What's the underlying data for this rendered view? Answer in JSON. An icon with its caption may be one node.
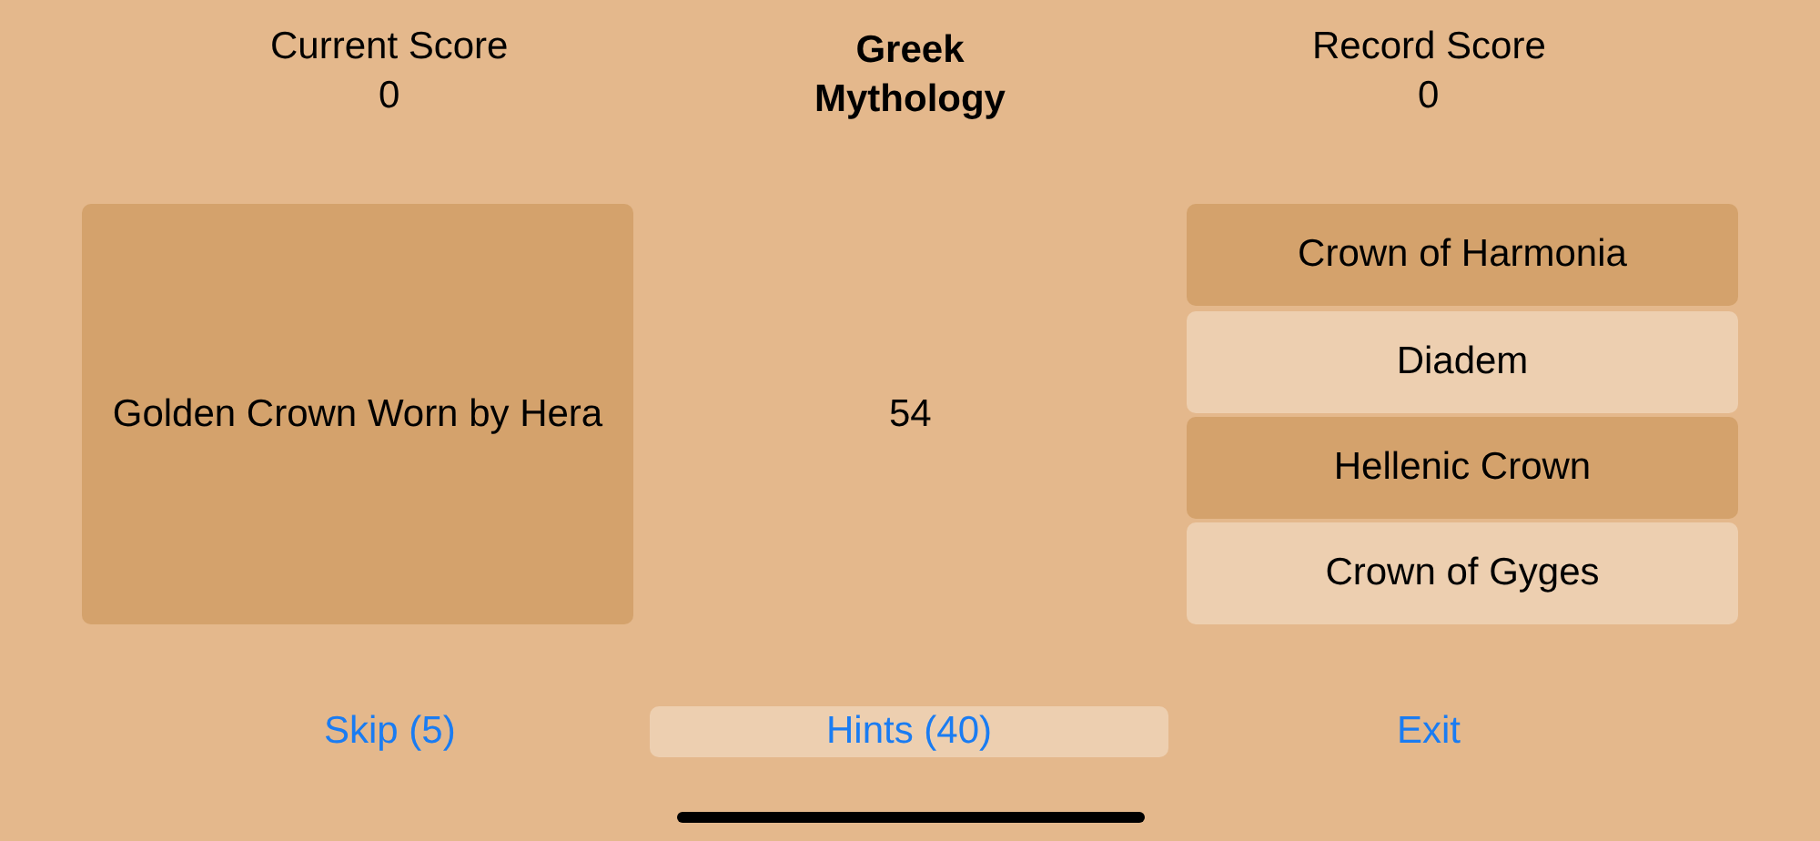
{
  "diagram": {
    "nodes": [
      {
        "text": [
          "Golden Crown Worn by Hera"
        ]
      },
      {
        "text": [
          "Crown of Harmonia"
        ]
      },
      {
        "text": [
          "Diadem"
        ]
      },
      {
        "text": [
          "Hellenic Crown"
        ]
      },
      {
        "text": [
          "Crown of Gyges"
        ]
      },
      {
        "text": [
          "Hints (40)"
        ]
      }
    ],
    "edges": [],
    "labels": [
      "Current Score",
      "Greek Mythology",
      "Record Score",
      "0",
      "0",
      "54",
      "Skip (5)",
      "Exit"
    ]
  }
}
